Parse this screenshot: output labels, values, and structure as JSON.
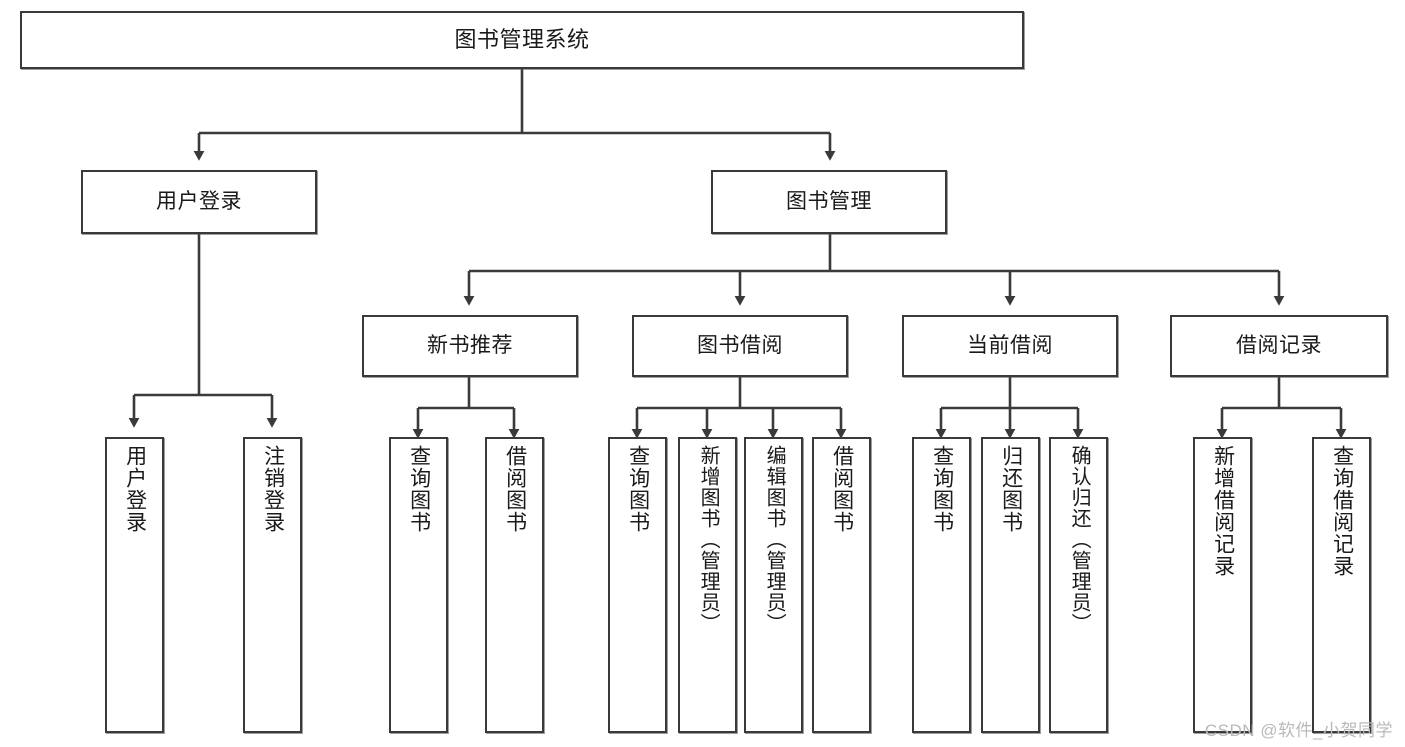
{
  "diagram": {
    "title": "图书管理系统",
    "watermark": "CSDN @软件_小贺同学",
    "line_color": "#3a3a3a",
    "box_fill": "#ffffff",
    "text_color": "#1a1a1a",
    "watermark_color": "#b9b9b9"
  },
  "nodes": {
    "root": {
      "label": "图书管理系统"
    },
    "level2": [
      {
        "label": "用户登录"
      },
      {
        "label": "图书管理"
      }
    ],
    "level3": [
      {
        "label": "新书推荐"
      },
      {
        "label": "图书借阅"
      },
      {
        "label": "当前借阅"
      },
      {
        "label": "借阅记录"
      }
    ],
    "leaves": {
      "user_login": [
        {
          "label": "用户登录"
        },
        {
          "label": "注销登录"
        }
      ],
      "new_book_recommend": [
        {
          "label": "查询图书"
        },
        {
          "label": "借阅图书"
        }
      ],
      "book_borrow": [
        {
          "label": "查询图书"
        },
        {
          "label": "新增图书（管理员）"
        },
        {
          "label": "编辑图书（管理员）"
        },
        {
          "label": "借阅图书"
        }
      ],
      "current_borrow": [
        {
          "label": "查询图书"
        },
        {
          "label": "归还图书"
        },
        {
          "label": "确认归还（管理员）"
        }
      ],
      "borrow_records": [
        {
          "label": "新增借阅记录"
        },
        {
          "label": "查询借阅记录"
        }
      ]
    }
  }
}
